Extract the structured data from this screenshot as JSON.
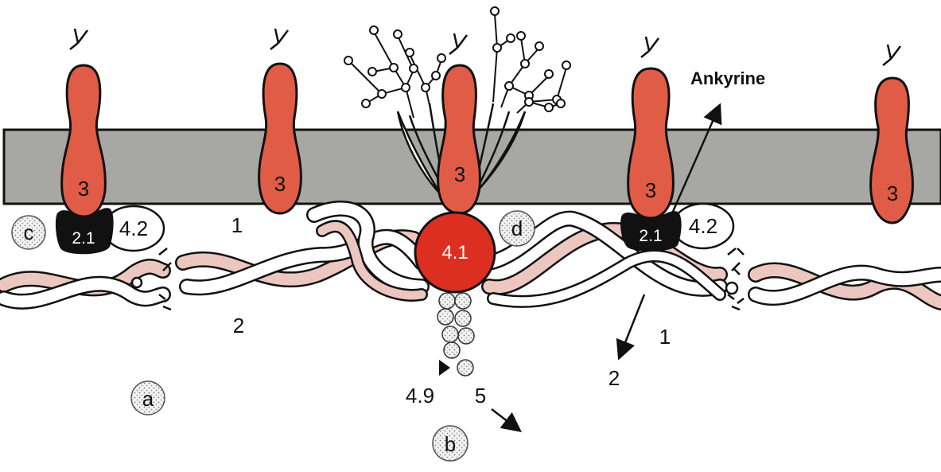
{
  "colors": {
    "membrane": "#a7a7a4",
    "band3": "#e05c46",
    "protein41": "#dc2f22",
    "spectrin_pink": "#ecc7bf",
    "spectrin_white": "#ffffff",
    "band21": "#111111",
    "outline": "#111111"
  },
  "labels": {
    "band3": "3",
    "band21": "2.1",
    "band42": "4.2",
    "protein41": "4.1",
    "band49": "4.9",
    "band5": "5",
    "spectrin_alpha": "1",
    "spectrin_beta": "2",
    "ankyrine": "Ankyrine",
    "circle_a": "a",
    "circle_b": "b",
    "circle_c": "c",
    "circle_d": "d"
  },
  "icons": {
    "glycan": "branched-oligosaccharide-icon",
    "arrow": "arrow-icon"
  }
}
